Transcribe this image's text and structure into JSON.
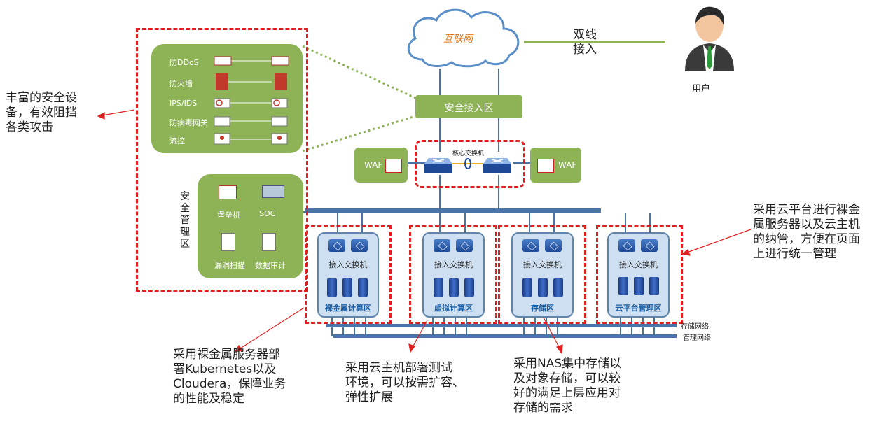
{
  "cloud": {
    "label": "互联网"
  },
  "dual_line": {
    "line1": "双线",
    "line2": "接入"
  },
  "user": {
    "label": "用户"
  },
  "security_access_zone": {
    "label": "安全接入区"
  },
  "core_switch": {
    "label": "核心交换机"
  },
  "waf": {
    "left": "WAF",
    "right": "WAF"
  },
  "security_devices": {
    "items": [
      "防DDoS",
      "防火墙",
      "IPS/IDS",
      "防病毒网关",
      "流控"
    ]
  },
  "security_mgmt_zone": {
    "title": [
      "安",
      "全",
      "管",
      "理",
      "区"
    ],
    "items": [
      "堡垒机",
      "SOC",
      "漏洞扫描",
      "数据审计"
    ]
  },
  "zones": [
    {
      "switch_label": "接入交换机",
      "title": "裸金属计算区"
    },
    {
      "switch_label": "接入交换机",
      "title": "虚拟计算区"
    },
    {
      "switch_label": "接入交换机",
      "title": "存储区"
    },
    {
      "switch_label": "接入交换机",
      "title": "云平台管理区"
    }
  ],
  "networks": {
    "storage": "存储网络",
    "management": "管理网络"
  },
  "annotations": {
    "security": [
      "丰富的安全设",
      "备，有效阻挡",
      "各类攻击"
    ],
    "cloud_platform": [
      "采用云平台进行裸金",
      "属服务器以及云主机",
      "的纳管，方便在页面",
      "上进行统一管理"
    ],
    "bare_metal": [
      "采用裸金属服务器部",
      "署Kubernetes以及",
      "Cloudera，保障业务",
      "的性能及稳定"
    ],
    "vm": [
      "采用云主机部署测试",
      "环境，可以按需扩容、",
      "弹性扩展"
    ],
    "nas": [
      "采用NAS集中存储以",
      "及对象存储，可以较",
      "好的满足上层应用对",
      "存储的需求"
    ]
  },
  "colors": {
    "green": "#8db356",
    "red_dash": "#e02020",
    "blue_line": "#4a74a8",
    "zone_fill": "#cddff0"
  }
}
